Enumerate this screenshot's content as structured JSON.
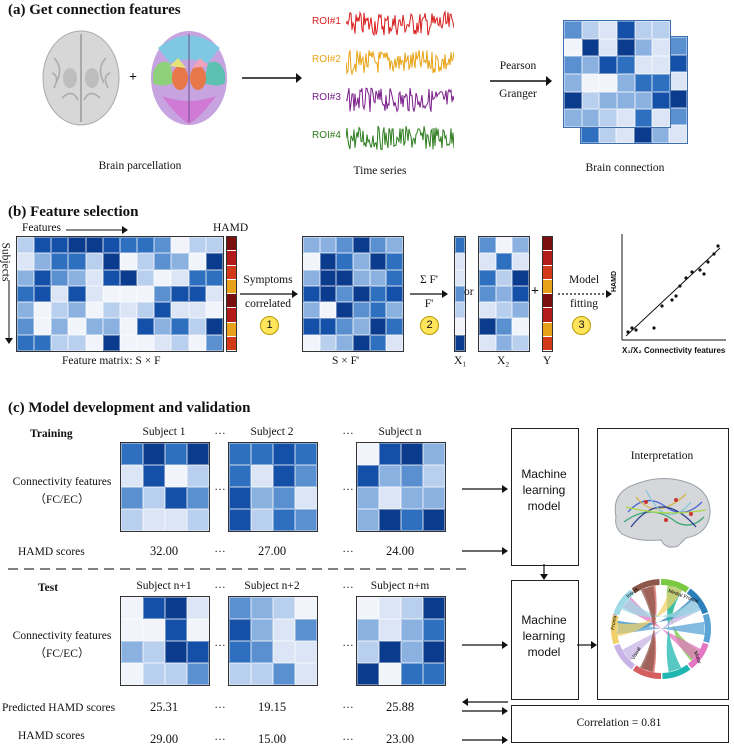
{
  "sectionA": {
    "title": "(a) Get connection features",
    "plus": "+",
    "brain_parcellation": "Brain parcellation",
    "time_series": "Time series",
    "brain_connection": "Brain connection",
    "rois": [
      {
        "label": "ROI#1",
        "color": "#d81e1e"
      },
      {
        "label": "ROI#2",
        "color": "#e8a317"
      },
      {
        "label": "ROI#3",
        "color": "#7b1f8a"
      },
      {
        "label": "ROI#4",
        "color": "#2e7d1f"
      }
    ],
    "pearson": "Pearson",
    "granger": "Granger"
  },
  "sectionB": {
    "title": "(b) Feature selection",
    "features": "Features",
    "subjects": "Subjects",
    "hamd": "HAMD",
    "feature_matrix": "Feature matrix: S × F",
    "symptoms": "Symptoms",
    "correlated": "correlated",
    "step1": "1",
    "sf_prime": "S × F'",
    "sigma": "Σ F'",
    "f_prime": "F'",
    "step2": "2",
    "x1": "X₁",
    "or": "or",
    "x2": "X₂",
    "plus": "+",
    "y": "Y",
    "model": "Model",
    "fitting": "fitting",
    "step3": "3",
    "scatter_ylabel": "HAMD",
    "scatter_xlabel": "X₁/X₂ Connectivity features"
  },
  "sectionC": {
    "title": "(c) Model development and validation",
    "training": "Training",
    "test": "Test",
    "conn_features": "Connectivity features",
    "fc_ec": "（FC/EC）",
    "hamd_scores": "HAMD scores",
    "predicted_hamd": "Predicted HAMD scores",
    "ellipsis": "···",
    "train_subjects": [
      "Subject 1",
      "Subject 2",
      "Subject n"
    ],
    "train_scores": [
      "32.00",
      "27.00",
      "24.00"
    ],
    "test_subjects": [
      "Subject n+1",
      "Subject n+2",
      "Subject n+m"
    ],
    "predicted_scores": [
      "25.31",
      "19.15",
      "25.88"
    ],
    "test_scores": [
      "29.00",
      "15.00",
      "23.00"
    ],
    "ml_model_1": "Machine learning model",
    "ml_model_2": "Machine learning model",
    "interpretation": "Interpretation",
    "correlation": "Correlation =  0.81",
    "chord_labels": [
      "Medial Frontal",
      "Motor",
      "Visual",
      "Frontal",
      "Insula"
    ]
  }
}
